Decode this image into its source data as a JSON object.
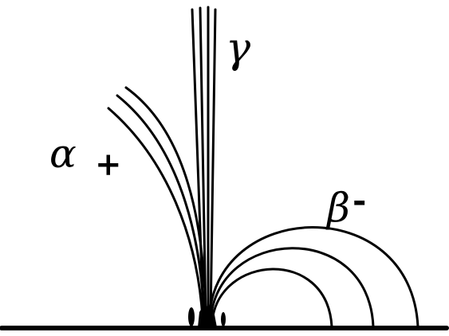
{
  "diagram": {
    "labels": {
      "gamma": "γ",
      "alpha": "α",
      "alpha_charge": "+",
      "beta": "β",
      "beta_charge": "-"
    },
    "ink_color": "#000000",
    "background_color": "#ffffff",
    "ray_groups": [
      {
        "name": "gamma",
        "deflection": "none",
        "track_count": 4
      },
      {
        "name": "alpha",
        "deflection": "left",
        "track_count": 3
      },
      {
        "name": "beta",
        "deflection": "right",
        "track_count": 3
      }
    ]
  }
}
